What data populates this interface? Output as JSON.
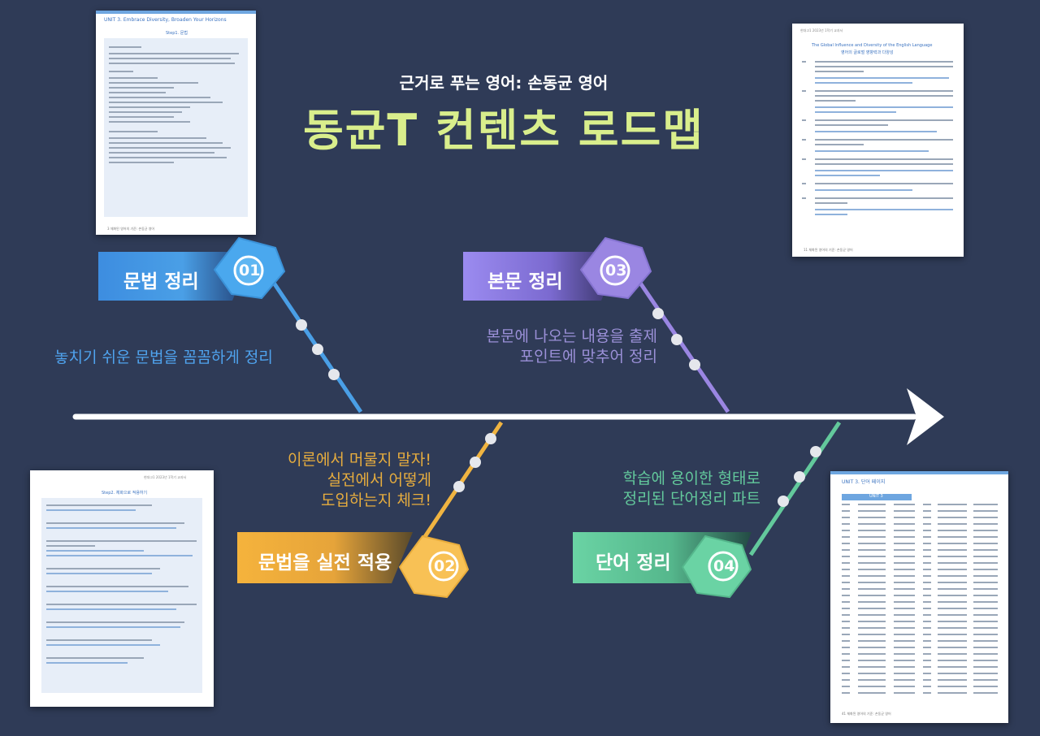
{
  "header": {
    "subtitle": "근거로 푸는 영어: 손동균 영어",
    "title": "동균T 컨텐츠 로드맵"
  },
  "steps": [
    {
      "num": "01",
      "label": "문법 정리",
      "desc": [
        "놓치기 쉬운 문법을 꼼꼼하게 정리"
      ],
      "color": "#4a9fe6"
    },
    {
      "num": "02",
      "label": "문법을 실전 적용",
      "desc": [
        "이론에서 머물지 말자!",
        "실전에서 어떻게",
        "도입하는지 체크!"
      ],
      "color": "#f0b441"
    },
    {
      "num": "03",
      "label": "본문 정리",
      "desc": [
        "본문에 나오는 내용을 출제",
        "포인트에 맞추어 정리"
      ],
      "color": "#8e7fd9"
    },
    {
      "num": "04",
      "label": "단어 정리",
      "desc": [
        "학습에 용이한 형태로",
        "정리된 단어정리 파트"
      ],
      "color": "#63c99c"
    }
  ],
  "thumbnails": {
    "grammar": {
      "header": "UNIT 3.    Embrace Diversity, Broaden Your Horizons",
      "step": "Step1. 문법",
      "footer": "3        체화된 영어의 기준: 손동균 영어"
    },
    "practice": {
      "header": "현대고1 2023년 1학기 교과서",
      "step": "Step2. 체화으로 적용하기"
    },
    "text": {
      "header": "현대고1 2023년 1학기 교과서",
      "title": "The Global Influence and Diversity of the English Language",
      "subtitle": "영어의 글로벌 영향력과 다양성",
      "footer": "11     체화된 영어의 기준: 손동균 영어"
    },
    "vocab": {
      "header": "UNIT 3.    단어 페이지",
      "table_title": "UNIT 3",
      "footer": "41     체화된 영어의 기준: 손동균 영어"
    }
  },
  "colors": {
    "background": "#2f3b57",
    "title": "#d9ee8c",
    "axis": "#ffffff"
  }
}
